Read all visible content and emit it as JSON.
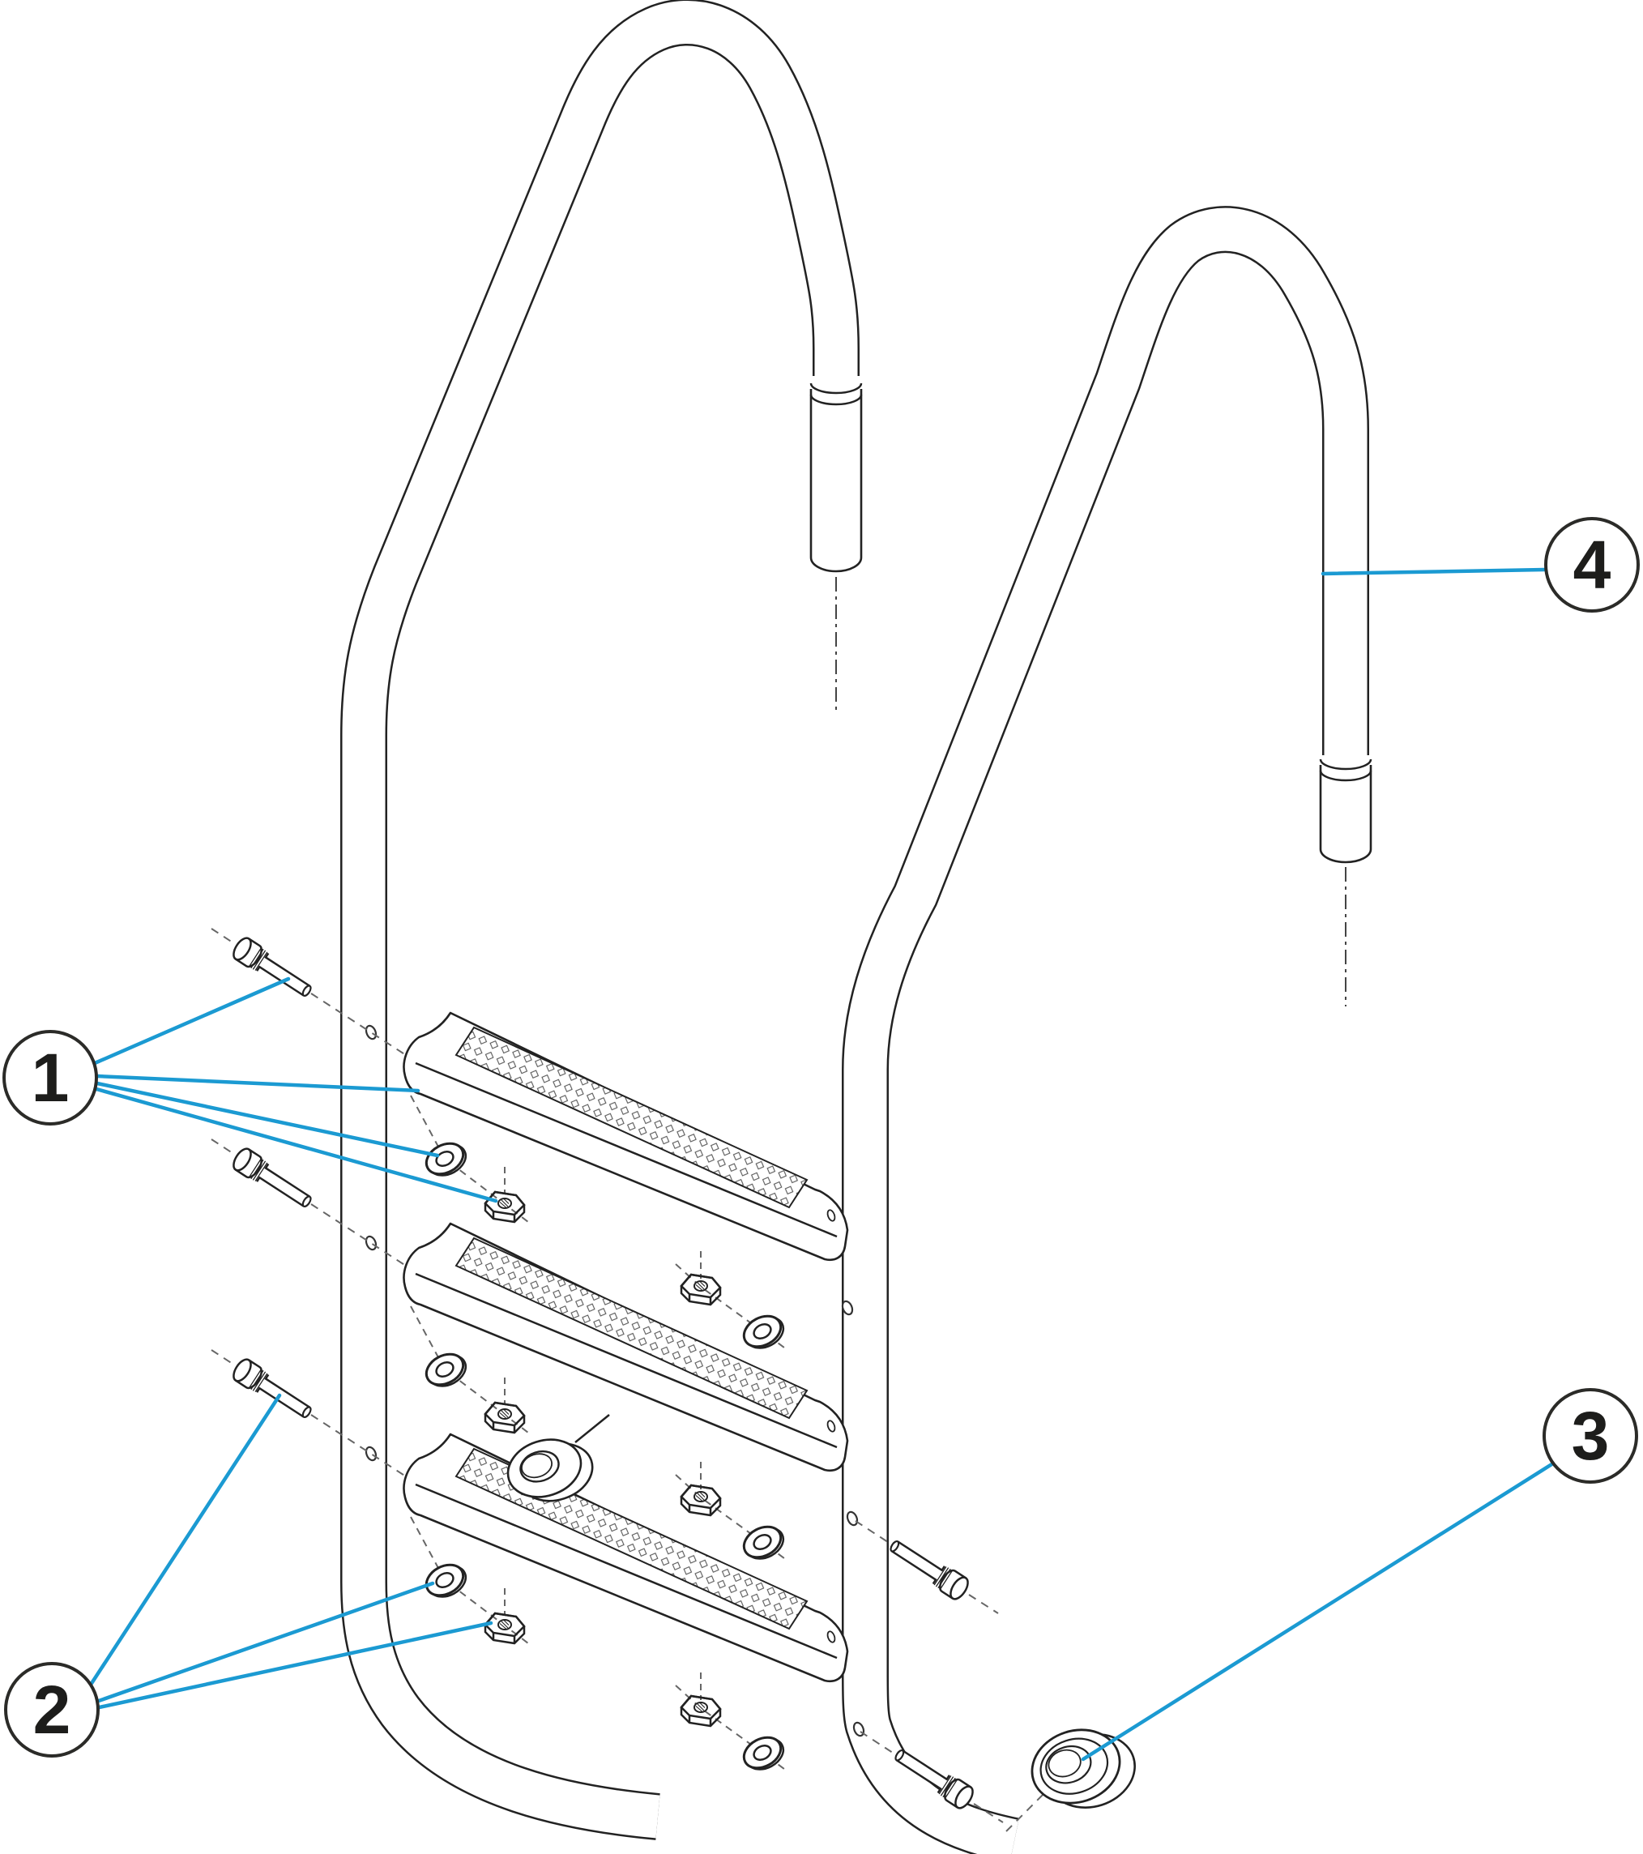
{
  "diagram": {
    "type": "exploded-parts-diagram",
    "background_color": "#ffffff",
    "drawing_line_color": "#222222",
    "leader_line_color": "#1b9ad2",
    "callouts": [
      {
        "number": "1"
      },
      {
        "number": "2"
      },
      {
        "number": "3"
      },
      {
        "number": "4"
      }
    ]
  }
}
